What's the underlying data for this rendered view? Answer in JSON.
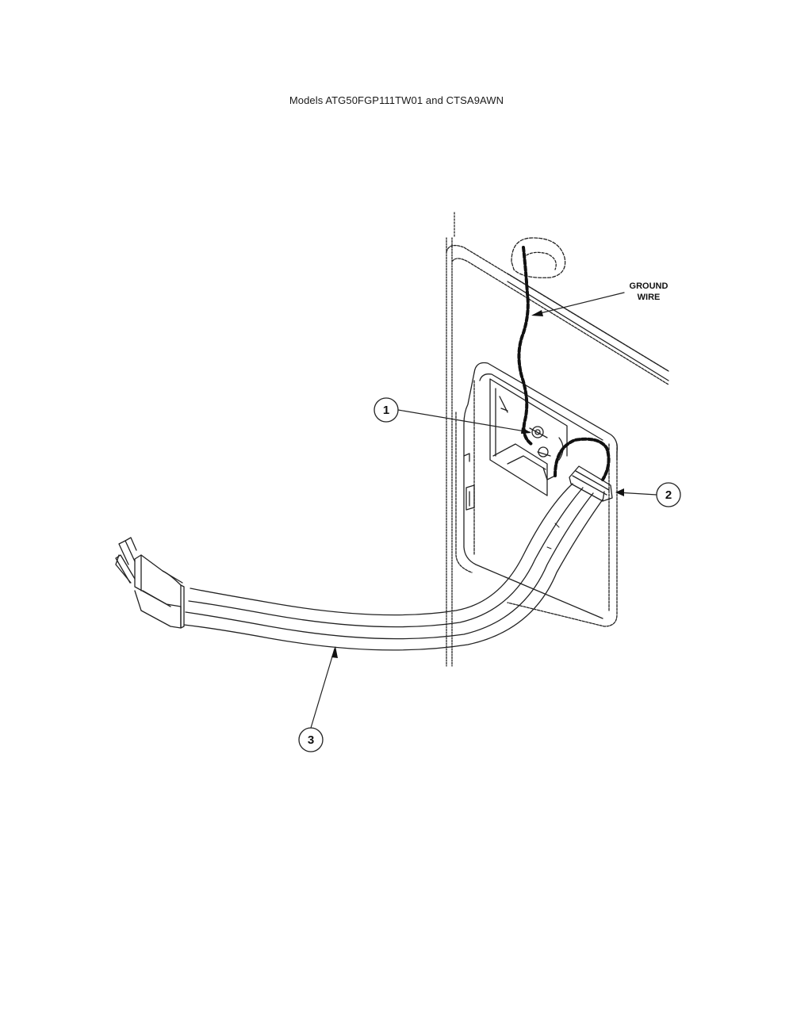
{
  "title": "Models ATG50FGP111TW01 and CTSA9AWN",
  "annotations": {
    "ground_wire_line1": "GROUND",
    "ground_wire_line2": "WIRE"
  },
  "callouts": [
    {
      "number": "1"
    },
    {
      "number": "2"
    },
    {
      "number": "3"
    }
  ],
  "colors": {
    "line": "#222222",
    "background": "#ffffff"
  }
}
